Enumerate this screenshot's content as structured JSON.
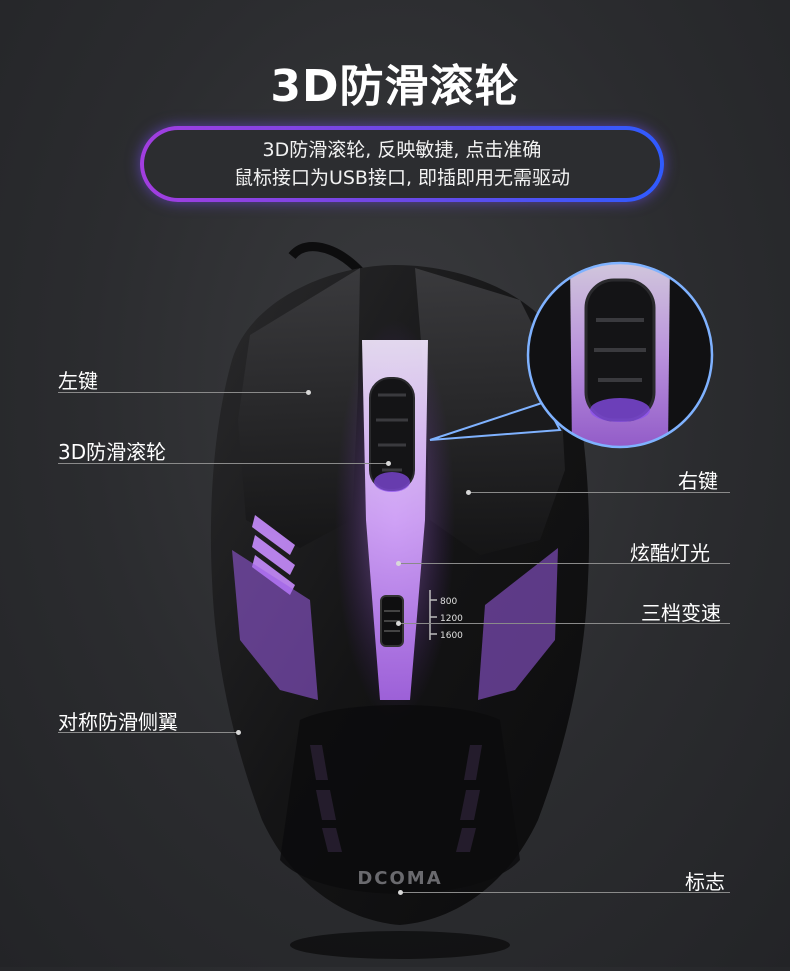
{
  "title": "3D防滑滚轮",
  "subtitle": {
    "line1": "3D防滑滚轮, 反映敏捷, 点击准确",
    "line2": "鼠标接口为USB接口, 即插即用无需驱动"
  },
  "labels": {
    "left_button": "左键",
    "scroll_wheel": "3D防滑滚轮",
    "right_button": "右键",
    "lights": "炫酷灯光",
    "speed": "三档变速",
    "side_grip": "对称防滑侧翼",
    "logo": "标志"
  },
  "dpi": {
    "levels": [
      "800",
      "1200",
      "1600"
    ]
  },
  "brand": "DCOMA",
  "colors": {
    "accent_purple": "#a23ee0",
    "accent_blue": "#2f5bff",
    "glow": "#c58bff"
  }
}
